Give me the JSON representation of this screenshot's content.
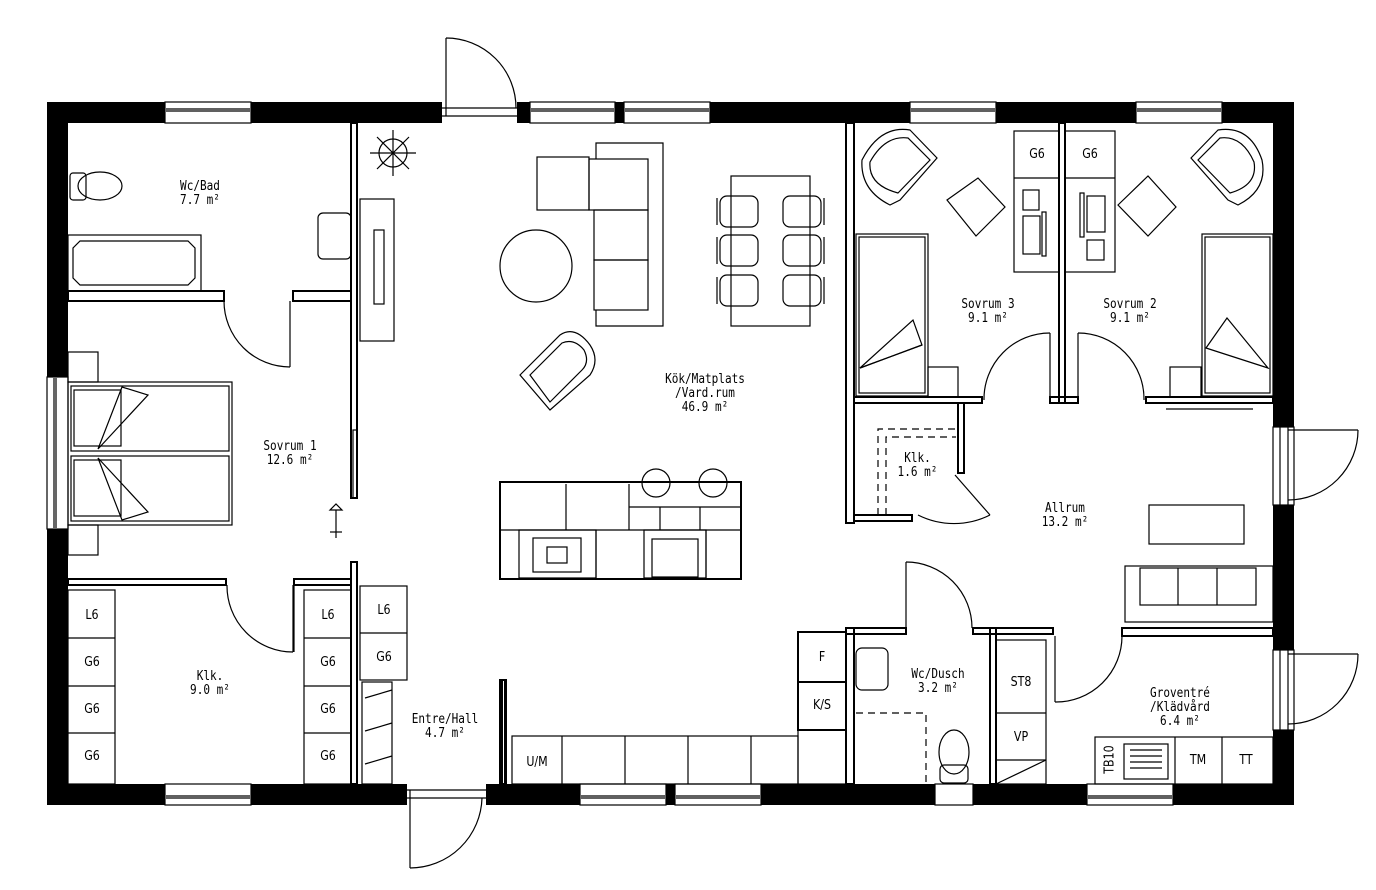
{
  "plan": {
    "type": "floor-plan",
    "rooms": [
      {
        "id": "wc-bad",
        "name": "Wc/Bad",
        "area": "7.7 m²"
      },
      {
        "id": "sovrum-1",
        "name": "Sovrum 1",
        "area": "12.6 m²"
      },
      {
        "id": "klk-1",
        "name": "Klk.",
        "area": "9.0 m²"
      },
      {
        "id": "entre-hall",
        "name": "Entre/Hall",
        "area": "4.7 m²"
      },
      {
        "id": "kok",
        "name": "Kök/Matplats",
        "name2": "/Vard.rum",
        "area": "46.9 m²"
      },
      {
        "id": "sovrum-3",
        "name": "Sovrum 3",
        "area": "9.1 m²"
      },
      {
        "id": "sovrum-2",
        "name": "Sovrum 2",
        "area": "9.1 m²"
      },
      {
        "id": "klk-2",
        "name": "Klk.",
        "area": "1.6 m²"
      },
      {
        "id": "allrum",
        "name": "Allrum",
        "area": "13.2 m²"
      },
      {
        "id": "wc-dusch",
        "name": "Wc/Dusch",
        "area": "3.2 m²"
      },
      {
        "id": "groventre",
        "name": "Groventré",
        "name2": "/Klädvård",
        "area": "6.4 m²"
      }
    ],
    "storage_codes": {
      "klk1_left": [
        "L6",
        "G6",
        "G6",
        "G6"
      ],
      "klk1_right": [
        "L6",
        "G6",
        "G6",
        "G6"
      ],
      "hall": [
        "L6",
        "G6"
      ],
      "sovrum3_wardrobe": "G6",
      "sovrum2_wardrobe": "G6",
      "kitchen_tall": [
        "F",
        "K/S"
      ],
      "kitchen_base": "U/M",
      "wc_dusch_cabinets": [
        "ST8",
        "VP"
      ],
      "groventre_units": [
        "TB10",
        "TM",
        "TT"
      ]
    },
    "line_color": "#000000",
    "background": "#ffffff"
  }
}
